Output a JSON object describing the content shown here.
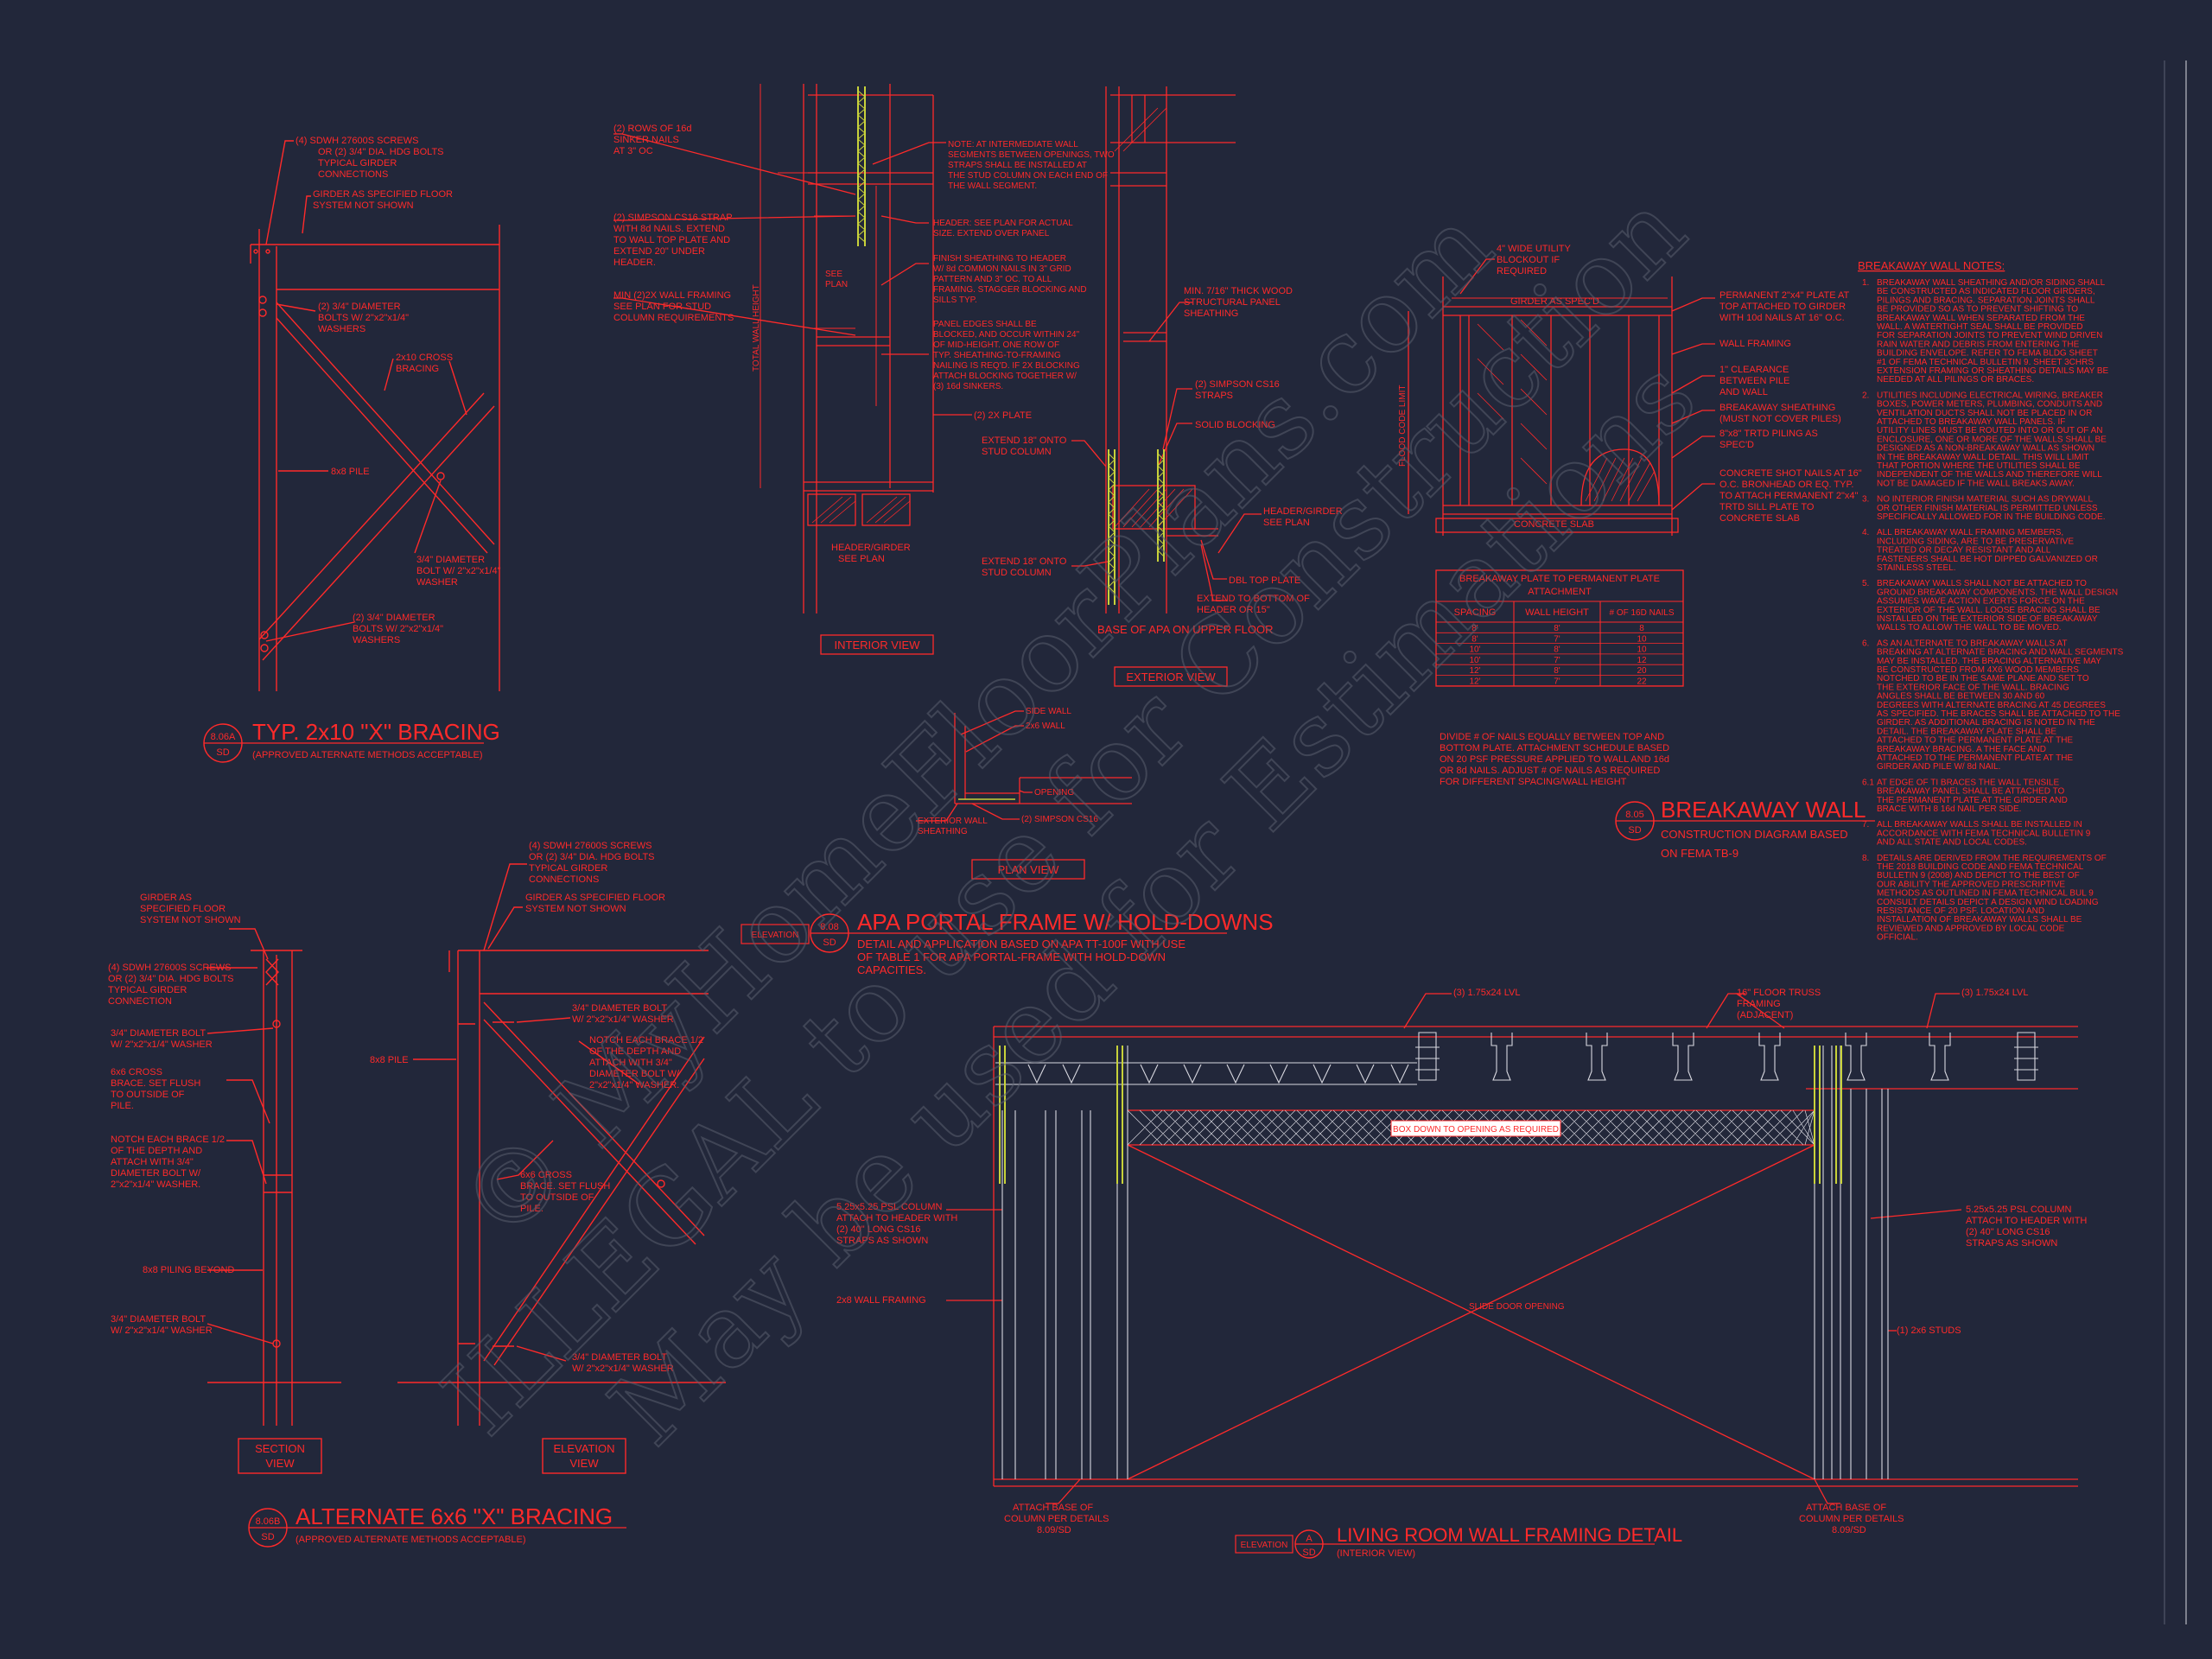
{
  "watermark": {
    "line1": "© MyHomeFloorPlans.com",
    "line2": "ILLEGAL to use for Construction",
    "line3": "May be used for Estimations"
  },
  "bracing_2x10": {
    "title": "TYP. 2x10 \"X\" BRACING",
    "subtitle": "(APPROVED ALTERNATE METHODS ACCEPTABLE)",
    "detail_num": "8.06A",
    "sheet_ref": "SD",
    "notes": [
      "(4) SDWH 27600S SCREWS",
      "OR (2) 3/4\" DIA. HDG BOLTS",
      "TYPICAL GIRDER",
      "CONNECTIONS",
      "GIRDER AS SPECIFIED FLOOR",
      "SYSTEM NOT SHOWN",
      "(2) 3/4\" DIAMETER",
      "BOLTS W/ 2\"x2\"x1/4\"",
      "WASHERS",
      "2x10 CROSS",
      "BRACING",
      "8x8 PILE",
      "3/4\" DIAMETER",
      "BOLT W/ 2\"x2\"x1/4\"",
      "WASHER",
      "(2) 3/4\" DIAMETER",
      "BOLTS W/ 2\"x2\"x1/4\"",
      "WASHERS"
    ]
  },
  "bracing_6x6": {
    "title": "ALTERNATE 6x6 \"X\" BRACING",
    "subtitle": "(APPROVED ALTERNATE METHODS ACCEPTABLE)",
    "detail_num": "8.06B",
    "sheet_ref": "SD",
    "section_label": [
      "SECTION",
      "VIEW"
    ],
    "elevation_label": [
      "ELEVATION",
      "VIEW"
    ],
    "left_notes": [
      "GIRDER AS",
      "SPECIFIED FLOOR",
      "SYSTEM NOT SHOWN",
      "(4) SDWH 27600S SCREWS",
      "OR (2) 3/4\" DIA. HDG BOLTS",
      "TYPICAL GIRDER",
      "CONNECTION",
      "3/4\" DIAMETER BOLT",
      "W/ 2\"x2\"x1/4\" WASHER",
      "6x6 CROSS",
      "BRACE. SET FLUSH",
      "TO OUTSIDE OF",
      "PILE.",
      "NOTCH EACH BRACE 1/2",
      "OF THE DEPTH AND",
      "ATTACH WITH 3/4\"",
      "DIAMETER BOLT W/",
      "2\"x2\"x1/4\" WASHER.",
      "8x8 PILING BEYOND",
      "3/4\" DIAMETER BOLT",
      "W/ 2\"x2\"x1/4\" WASHER"
    ],
    "right_notes": [
      "(4) SDWH 27600S SCREWS",
      "OR (2) 3/4\" DIA. HDG BOLTS",
      "TYPICAL GIRDER",
      "CONNECTIONS",
      "GIRDER AS SPECIFIED FLOOR",
      "SYSTEM NOT SHOWN",
      "8x8 PILE",
      "3/4\" DIAMETER BOLT",
      "W/ 2\"x2\"x1/4\" WASHER",
      "NOTCH EACH BRACE 1/2",
      "OF THE DEPTH AND",
      "ATTACH WITH 3/4\"",
      "DIAMETER BOLT W/",
      "2\"x2\"x1/4\" WASHER.",
      "6x6 CROSS",
      "BRACE. SET FLUSH",
      "TO OUTSIDE OF",
      "PILE.",
      "3/4\" DIAMETER BOLT",
      "W/ 2\"x2\"x1/4\" WASHER"
    ]
  },
  "portal_frame": {
    "title": "APA PORTAL FRAME W/ HOLD-DOWNS",
    "desc": [
      "DETAIL AND APPLICATION BASED ON APA TT-100F WITH USE",
      "OF TABLE 1 FOR APA PORTAL-FRAME WITH HOLD-DOWN",
      "CAPACITIES."
    ],
    "detail_num": "8.08",
    "sheet_ref": "SD",
    "elevation_tag": "ELEVATION",
    "interior_view": "INTERIOR VIEW",
    "exterior_view": "EXTERIOR VIEW",
    "plan_view": "PLAN VIEW",
    "base_label": "BASE OF APA ON UPPER FLOOR",
    "interior_notes": [
      "(2) ROWS OF 16d",
      "SINKER NAILS",
      "AT 3\" OC",
      "(2) SIMPSON CS16 STRAP",
      "WITH 8d NAILS. EXTEND",
      "TO WALL TOP PLATE AND",
      "EXTEND 20\" UNDER",
      "HEADER.",
      "MIN (2)2X WALL FRAMING",
      "SEE PLAN FOR STUD",
      "COLUMN REQUIREMENTS",
      "NOTE: AT INTERMEDIATE WALL",
      "SEGMENTS BETWEEN OPENINGS, TWO",
      "STRAPS SHALL BE INSTALLED AT",
      "THE STUD COLUMN ON EACH END OF",
      "THE WALL SEGMENT.",
      "HEADER: SEE PLAN FOR ACTUAL",
      "SIZE. EXTEND OVER PANEL",
      "FINISH SHEATHING TO HEADER",
      "W/ 8d COMMON NAILS IN 3\" GRID",
      "PATTERN AND 3\" OC. TO ALL",
      "FRAMING. STAGGER BLOCKING AND",
      "SILLS TYP.",
      "PANEL EDGES SHALL BE",
      "BLOCKED, AND OCCUR WITHIN 24\"",
      "OF MID-HEIGHT. ONE ROW OF",
      "TYP. SHEATHING-TO-FRAMING",
      "NAILING IS REQ'D. IF 2X BLOCKING",
      "ATTACH BLOCKING TOGETHER W/",
      "(3) 16d SINKERS.",
      "(2) 2X PLATE",
      "HEADER/GIRDER",
      "SEE PLAN",
      "SEE",
      "PLAN",
      "TOTAL WALL HEIGHT"
    ],
    "exterior_notes": [
      "MIN. 7/16\" THICK WOOD",
      "STRUCTURAL PANEL",
      "SHEATHING",
      "(2) SIMPSON CS16",
      "STRAPS",
      "SOLID BLOCKING",
      "EXTEND 18\" ONTO",
      "STUD COLUMN",
      "EXTEND 18\" ONTO",
      "STUD COLUMN",
      "HEADER/GIRDER",
      "SEE PLAN",
      "DBL TOP PLATE",
      "EXTEND TO BOTTOM OF",
      "HEADER OR 15\""
    ],
    "plan_notes": [
      "SIDE WALL",
      "2x6 WALL",
      "OPENING",
      "EXTERIOR WALL",
      "SHEATHING",
      "(2) SIMPSON CS16"
    ]
  },
  "breakaway_wall": {
    "title": "BREAKAWAY WALL",
    "subtitle": [
      "CONSTRUCTION DIAGRAM BASED",
      "ON FEMA TB-9"
    ],
    "detail_num": "8.05",
    "sheet_ref": "SD",
    "diagram_notes": [
      "4\" WIDE UTILITY",
      "BLOCKOUT IF",
      "REQUIRED",
      "GIRDER AS SPEC'D",
      "PERMANENT 2\"x4\" PLATE AT",
      "TOP ATTACHED TO GIRDER",
      "WITH 10d NAILS AT 16\" O.C.",
      "WALL FRAMING",
      "1\" CLEARANCE",
      "BETWEEN PILE",
      "AND WALL",
      "BREAKAWAY SHEATHING",
      "(MUST NOT COVER PILES)",
      "8\"x8\" TRTD PILING AS",
      "SPEC'D",
      "CONCRETE SHOT NAILS AT 16\"",
      "O.C. BRONHEAD OR EQ. TYP.",
      "TO ATTACH PERMANENT 2\"x4\"",
      "TRTD SILL PLATE TO",
      "CONCRETE SLAB",
      "CONCRETE SLAB",
      "FLOOD CODE LIMIT"
    ],
    "table_title": [
      "BREAKAWAY PLATE TO PERMANENT PLATE",
      "ATTACHMENT"
    ],
    "table_headers": [
      "SPACING",
      "WALL HEIGHT",
      "# OF 16D NAILS"
    ],
    "table_rows": [
      [
        "8'",
        "8'",
        "8"
      ],
      [
        "8'",
        "7'",
        "10"
      ],
      [
        "10'",
        "8'",
        "10"
      ],
      [
        "10'",
        "7'",
        "12"
      ],
      [
        "12'",
        "8'",
        "20"
      ],
      [
        "12'",
        "7'",
        "22"
      ]
    ],
    "table_note": [
      "DIVIDE # OF NAILS EQUALLY BETWEEN TOP AND",
      "BOTTOM PLATE. ATTACHMENT SCHEDULE BASED",
      "ON 20 PSF PRESSURE APPLIED TO WALL AND 16d",
      "OR 8d NAILS. ADJUST # OF NAILS AS REQUIRED",
      "FOR DIFFERENT SPACING/WALL HEIGHT"
    ]
  },
  "breakaway_notes": {
    "heading": "BREAKAWAY WALL NOTES:",
    "items": [
      [
        "1.",
        "BREAKAWAY WALL SHEATHING AND/OR SIDING SHALL",
        "BE CONSTRUCTED AS INDICATED FLOOR GIRDERS,",
        "PILINGS AND BRACING. SEPARATION JOINTS SHALL",
        "BE PROVIDED SO AS TO PREVENT SHIFTING TO",
        "BREAKAWAY WALL WHEN SEPARATED FROM THE",
        "WALL. A WATERTIGHT SEAL SHALL BE PROVIDED",
        "FOR SEPARATION JOINTS TO PREVENT WIND DRIVEN",
        "RAIN WATER AND DEBRIS FROM ENTERING THE",
        "BUILDING ENVELOPE. REFER TO FEMA BLDG SHEET",
        "#1 OF FEMA TECHNICAL BULLETIN 9. SHEET 3CHRS",
        "EXTENSION FRAMING OR SHEATHING DETAILS MAY BE",
        "NEEDED AT ALL PILINGS OR BRACES."
      ],
      [
        "2.",
        "UTILITIES INCLUDING ELECTRICAL WIRING, BREAKER",
        "BOXES, POWER METERS, PLUMBING, CONDUITS AND",
        "VENTILATION DUCTS SHALL NOT BE PLACED IN OR",
        "ATTACHED TO BREAKAWAY WALL PANELS. IF",
        "UTILITY LINES MUST BE ROUTED INTO OR OUT OF AN",
        "ENCLOSURE, ONE OR MORE OF THE WALLS SHALL BE",
        "DESIGNED AS A NON-BREAKAWAY WALL AS SHOWN",
        "IN THE BREAKAWAY WALL DETAIL. THIS WILL LIMIT",
        "THAT PORTION WHERE THE UTILITIES SHALL BE",
        "INDEPENDENT OF THE WALLS AND THEREFORE WILL",
        "NOT BE DAMAGED IF THE WALL BREAKS AWAY."
      ],
      [
        "3.",
        "NO INTERIOR FINISH MATERIAL SUCH AS DRYWALL",
        "OR OTHER FINISH MATERIAL IS PERMITTED UNLESS",
        "SPECIFICALLY ALLOWED FOR IN THE BUILDING CODE."
      ],
      [
        "4.",
        "ALL BREAKAWAY WALL FRAMING MEMBERS,",
        "INCLUDING SIDING, ARE TO BE PRESERVATIVE",
        "TREATED OR DECAY RESISTANT AND ALL",
        "FASTENERS SHALL BE HOT DIPPED GALVANIZED OR",
        "STAINLESS STEEL."
      ],
      [
        "5.",
        "BREAKAWAY WALLS SHALL NOT BE ATTACHED TO",
        "GROUND BREAKAWAY COMPONENTS. THE WALL DESIGN",
        "ASSUMES WAVE ACTION EXERTS FORCE ON THE",
        "EXTERIOR OF THE WALL. LOOSE BRACING SHALL BE",
        "INSTALLED ON THE EXTERIOR SIDE OF BREAKAWAY",
        "WALLS TO ALLOW THE WALL TO BE MOVED."
      ],
      [
        "6.",
        "AS AN ALTERNATE TO BREAKAWAY WALLS AT",
        "BREAKING AT ALTERNATE BRACING AND WALL SEGMENTS",
        "MAY BE INSTALLED. THE BRACING ALTERNATIVE MAY",
        "BE CONSTRUCTED FROM 4X6 WOOD MEMBERS",
        "NOTCHED TO BE IN THE SAME PLANE AND SET TO",
        "THE EXTERIOR FACE OF THE WALL. BRACING",
        "ANGLES SHALL BE BETWEEN 30 AND 60",
        "DEGREES WITH ALTERNATE BRACING AT 45 DEGREES",
        "AS SPECIFIED. THE BRACES SHALL BE ATTACHED TO THE",
        "GIRDER. AS ADDITIONAL BRACING IS NOTED IN THE",
        "DETAIL. THE BREAKAWAY PLATE SHALL BE",
        "ATTACHED TO THE PERMANENT PLATE AT THE",
        "BREAKAWAY BRACING. A THE FACE AND",
        "ATTACHED TO THE PERMANENT PLATE AT THE",
        "GIRDER AND PILE W/ 8d NAIL."
      ],
      [
        "6.1",
        "AT EDGE OF TI BRACES THE WALL TENSILE",
        "BREAKAWAY PANEL SHALL BE ATTACHED TO",
        "THE PERMANENT PLATE AT THE GIRDER AND",
        "BRACE WITH 8 16d NAIL PER SIDE."
      ],
      [
        "7.",
        "ALL BREAKAWAY WALLS SHALL BE INSTALLED IN",
        "ACCORDANCE WITH FEMA TECHNICAL BULLETIN 9",
        "AND ALL STATE AND LOCAL CODES."
      ],
      [
        "8.",
        "DETAILS ARE DERIVED FROM THE REQUIREMENTS OF",
        "THE 2018 BUILDING CODE AND FEMA TECHNICAL",
        "BULLETIN 9 (2008) AND DEPICT TO THE BEST OF",
        "OUR ABILITY THE APPROVED PRESCRIPTIVE",
        "METHODS AS OUTLINED IN FEMA TECHNICAL BUL 9",
        "CONSULT DETAILS DEPICT A DESIGN WIND LOADING",
        "RESISTANCE OF 20 PSF. LOCATION AND",
        "INSTALLATION OF BREAKAWAY WALLS SHALL BE",
        "REVIEWED AND APPROVED BY LOCAL CODE",
        "OFFICIAL."
      ]
    ]
  },
  "living_room": {
    "title": "LIVING ROOM WALL FRAMING DETAIL",
    "subtitle": "(INTERIOR VIEW)",
    "detail_num": "A",
    "sheet_ref": "SD",
    "elevation_tag": "ELEVATION",
    "box_down": "BOX DOWN TO OPENING AS REQUIRED",
    "notes": [
      "(3) 1.75x24 LVL",
      "16\" FLOOR TRUSS",
      "FRAMING",
      "(ADJACENT)",
      "(3) 1.75x24 LVL",
      "5.25x5.25 PSL COLUMN",
      "ATTACH TO HEADER WITH",
      "(2) 40\" LONG CS16",
      "STRAPS AS SHOWN",
      "2x8 WALL FRAMING",
      "SLIDE DOOR OPENING",
      "5.25x5.25 PSL COLUMN",
      "ATTACH TO HEADER WITH",
      "(2) 40\" LONG CS16",
      "STRAPS AS SHOWN",
      "(1) 2x6 STUDS",
      "ATTACH BASE OF",
      "COLUMN PER DETAILS",
      "8.09/SD",
      "ATTACH BASE OF",
      "COLUMN PER DETAILS",
      "8.09/SD"
    ]
  },
  "colors": {
    "background": "#22273a",
    "line": "#ff2a2a",
    "light_line": "#d8d8e0",
    "strap": "#c8d23a",
    "watermark": "#5a5f6e"
  }
}
